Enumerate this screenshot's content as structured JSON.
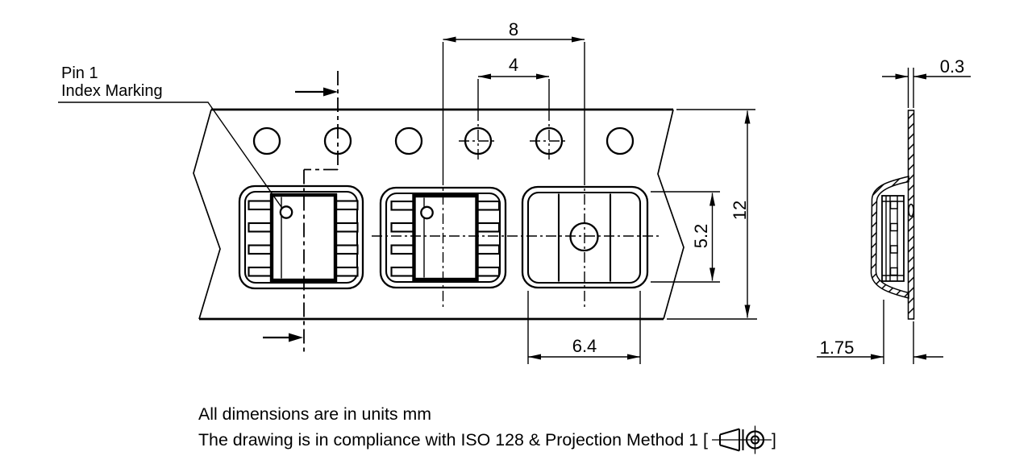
{
  "drawing": {
    "callout": {
      "line1": "Pin 1",
      "line2": "Index Marking"
    },
    "dims": {
      "pocket_pitch": "8",
      "hole_pitch": "4",
      "tape_width": "12",
      "pocket_length": "5.2",
      "pocket_width": "6.4",
      "tape_thickness": "0.3",
      "hole_edge_distance": "1.75"
    },
    "notes": {
      "line1": "All dimensions are in units mm",
      "line2": "The drawing is in compliance with ISO 128 & Projection Method 1 [",
      "line2_close": "]"
    }
  }
}
